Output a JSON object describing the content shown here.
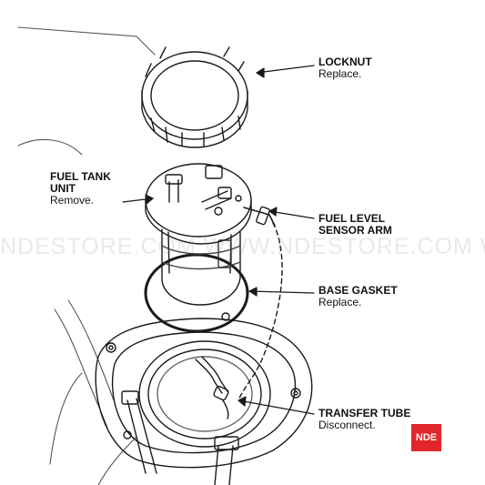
{
  "callouts": {
    "locknut": {
      "title": "LOCKNUT",
      "action": "Replace."
    },
    "fuel_tank_unit": {
      "title_line1": "FUEL TANK",
      "title_line2": "UNIT",
      "action": "Remove."
    },
    "fuel_level_sensor_arm": {
      "title_line1": "FUEL LEVEL",
      "title_line2": "SENSOR ARM"
    },
    "base_gasket": {
      "title": "BASE GASKET",
      "action": "Replace."
    },
    "transfer_tube": {
      "title": "TRANSFER TUBE",
      "action": "Disconnect."
    }
  },
  "watermark": "NDESTORE.COM WWW.NDESTORE.COM WWW.NDESTORE.C",
  "logo": {
    "text": "NDE",
    "color": "#e0262a"
  }
}
